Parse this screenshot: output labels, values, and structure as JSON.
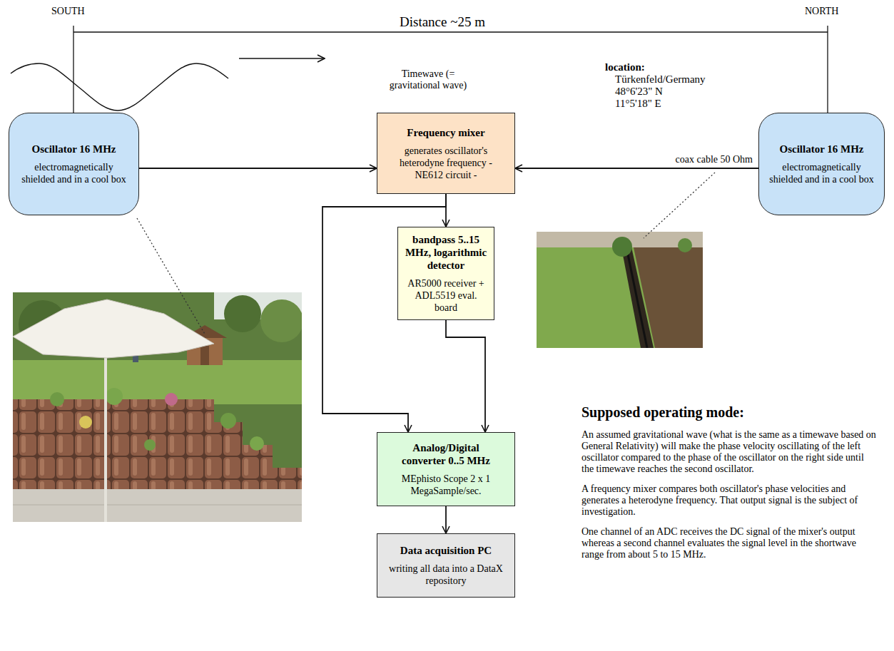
{
  "diagram": {
    "nodes": [
      {
        "text": [
          "Oscillator 16 MHz",
          "electromagnetically shielded and in a cool box"
        ]
      },
      {
        "text": [
          "Frequency mixer",
          "generates oscillator's heterodyne frequency - NE612 circuit -"
        ]
      },
      {
        "text": [
          "Oscillator 16 MHz",
          "electromagnetically shielded and in a cool box"
        ]
      },
      {
        "text": [
          "bandpass 5..15 MHz, logarithmic detector",
          "AR5000 receiver + ADL5519 eval. board"
        ]
      },
      {
        "text": [
          "Analog/Digital converter 0..5 MHz",
          "MEphisto Scope 2 x 1 MegaSample/sec."
        ]
      },
      {
        "text": [
          "Data acquisition PC",
          "writing all data into a DataX repository"
        ]
      }
    ],
    "edges": [
      {
        "from": 0,
        "to": 1,
        "arrow": "to"
      },
      {
        "from": 2,
        "to": 1,
        "arrow": "to",
        "label": "coax cable 50 Ohm"
      },
      {
        "from": 1,
        "to": 3,
        "arrow": "to"
      },
      {
        "from": 1,
        "to": 4,
        "arrow": "to"
      },
      {
        "from": 3,
        "to": 4,
        "arrow": "to"
      },
      {
        "from": 4,
        "to": 5,
        "arrow": "to"
      }
    ],
    "labels": [
      "SOUTH",
      "NORTH",
      "Distance ~25 m",
      "Timewave (= gravitational wave)",
      "location:",
      "Türkenfeld/Germany",
      "48°6'23\" N",
      "11°5'18\" E",
      "Supposed operating mode:",
      "An assumed gravitational wave (what is the same as a timewave based on General Relativity) will make the phase velocity oscillating of the left oscillator compared to the phase of the oscillator on the right side until the timewave reaches the second oscillator.",
      "A frequency mixer compares both oscillator's phase velocities and generates a heterodyne frequency. That output signal is the subject of investigation.",
      "One channel of an ADC receives the DC signal of the mixer's output whereas a second channel evaluates the signal level in the shortwave range from about 5 to 15 MHz."
    ]
  }
}
